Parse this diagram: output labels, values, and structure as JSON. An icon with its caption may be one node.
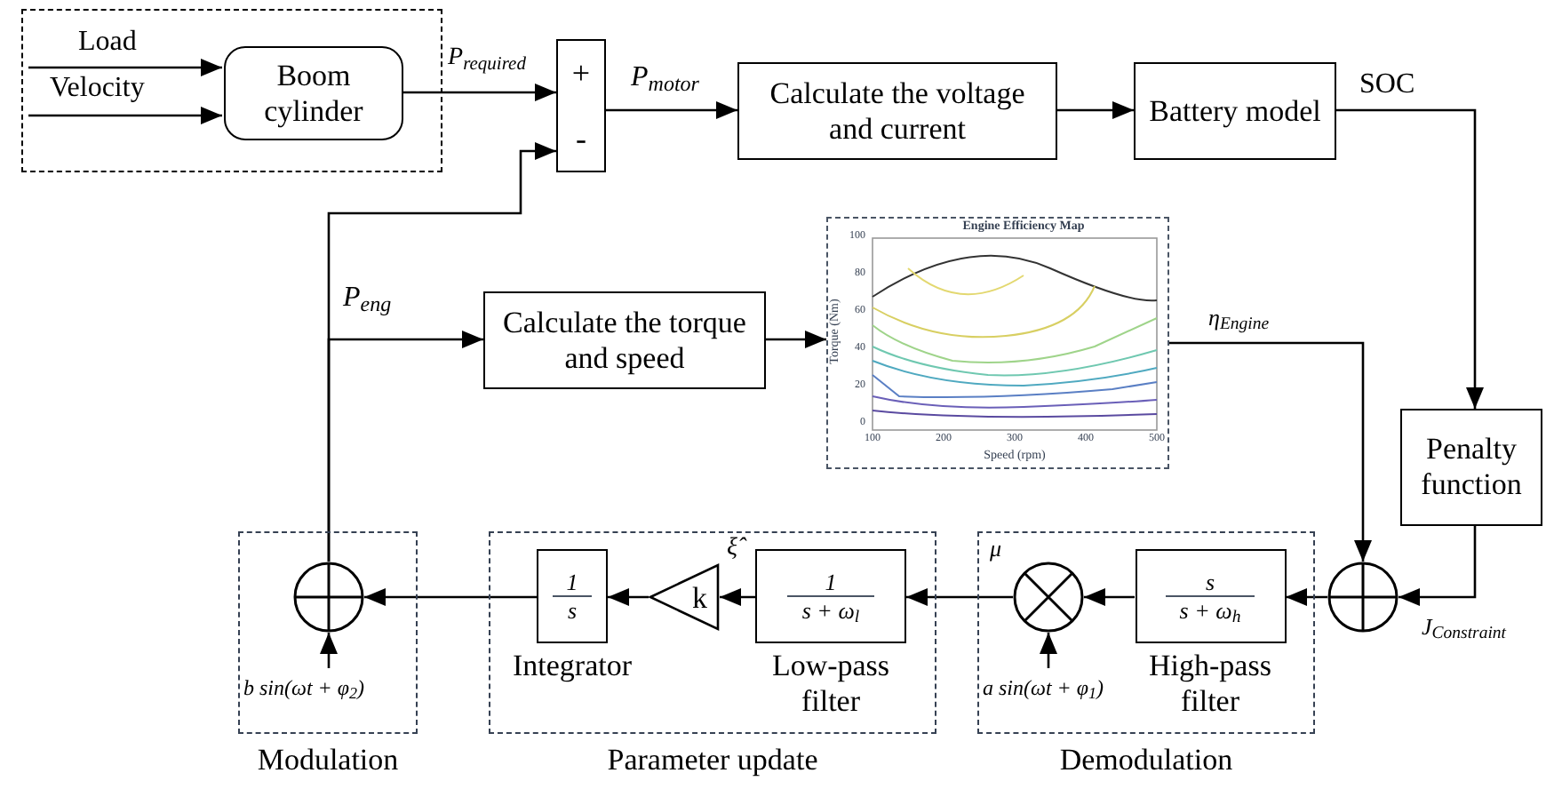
{
  "diagram": {
    "nodes": [
      {
        "text": [],
        "shape": "box"
      },
      {
        "text": [
          "Boom cylinder"
        ],
        "in": 0
      },
      {
        "text": [
          "+",
          "-"
        ]
      },
      {
        "text": [
          "Calculate the voltage and current"
        ]
      },
      {
        "text": [
          "Battery model"
        ]
      },
      {
        "text": [
          "Calculate the torque and speed"
        ]
      },
      {
        "text": [
          "Engine Efficiency Map",
          "100",
          "80",
          "60",
          "40",
          "20",
          "0",
          "Torque (Nm)",
          "100",
          "200",
          "300",
          "400",
          "500",
          "Speed (rpm)"
        ]
      },
      {
        "text": [
          "Penalty function"
        ]
      },
      {
        "text": [],
        "shape": "circle"
      },
      {
        "text": [
          "Demodulation"
        ]
      },
      {
        "text": [
          "s",
          "s + ω$_{h}$",
          "High-pass filter"
        ],
        "in": 9
      },
      {
        "text": [],
        "shape": "circle",
        "in": 9
      },
      {
        "text": [
          "Parameter update"
        ]
      },
      {
        "text": [
          "1",
          "s + ω$_{l}$",
          "Low-pass filter"
        ],
        "in": 12
      },
      {
        "text": [
          "k"
        ],
        "in": 12
      },
      {
        "text": [
          "1",
          "s",
          "Integrator"
        ],
        "in": 12
      },
      {
        "text": [
          "Modulation"
        ]
      },
      {
        "text": [],
        "shape": "circle",
        "in": 16
      }
    ],
    "edges": [
      {
        "from": null,
        "to": 1,
        "arrow": "to",
        "label": "Load"
      },
      {
        "from": null,
        "to": 1,
        "arrow": "to",
        "label": "Velocity"
      },
      {
        "from": 1,
        "to": 2,
        "arrow": "to",
        "label": "P$_{required}$"
      },
      {
        "from": 2,
        "to": 3,
        "arrow": "to",
        "label": "P$_{motor}$"
      },
      {
        "from": 3,
        "to": 4,
        "arrow": "to"
      },
      {
        "from": 4,
        "to": 7,
        "arrow": "to",
        "label": "SOC"
      },
      {
        "from": 17,
        "to": 2,
        "arrow": "to"
      },
      {
        "from": 17,
        "to": 5,
        "arrow": "to",
        "label": "P$_{eng}$"
      },
      {
        "from": 5,
        "to": 6,
        "arrow": "to"
      },
      {
        "from": 6,
        "to": 8,
        "arrow": "to",
        "label": "η$_{Engine}$"
      },
      {
        "from": 7,
        "to": 8,
        "arrow": "to",
        "label": "J$_{Constraint}$"
      },
      {
        "from": 8,
        "to": 10,
        "arrow": "to"
      },
      {
        "from": 10,
        "to": 11,
        "arrow": "to"
      },
      {
        "from": null,
        "to": 11,
        "arrow": "to",
        "label": "a sin(ωt + φ$_{1}$)"
      },
      {
        "from": 11,
        "to": 13,
        "arrow": "to",
        "label": "μ"
      },
      {
        "from": 13,
        "to": 14,
        "arrow": "to",
        "label": "ξ̂"
      },
      {
        "from": 14,
        "to": 15,
        "arrow": "to"
      },
      {
        "from": 15,
        "to": 17,
        "arrow": "to"
      },
      {
        "from": null,
        "to": 17,
        "arrow": "to",
        "label": "b sin(ωt + φ$_{2}$)"
      }
    ]
  }
}
